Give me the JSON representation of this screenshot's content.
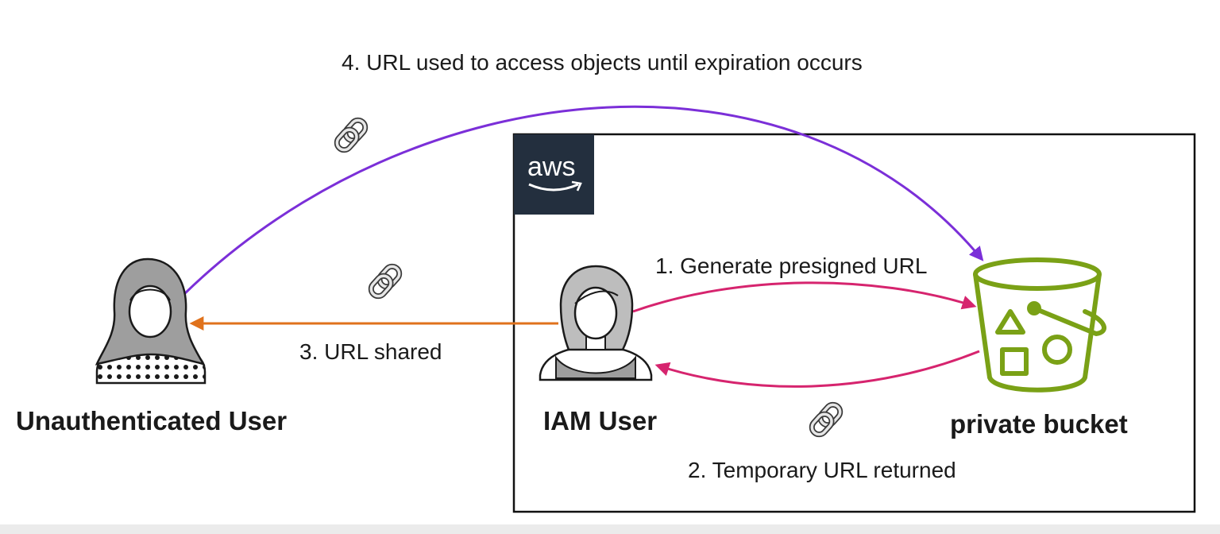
{
  "aws_logo": {
    "text": "aws",
    "icon": "aws-logo"
  },
  "actors": {
    "unauthenticated": {
      "label": "Unauthenticated User",
      "icon": "person-hijab-icon"
    },
    "iam": {
      "label": "IAM User",
      "icon": "person-icon"
    },
    "bucket": {
      "label": "private bucket",
      "icon": "s3-bucket-icon"
    }
  },
  "steps": {
    "step1": "1. Generate presigned URL",
    "step2": "2. Temporary URL returned",
    "step3": "3. URL shared",
    "step4": "4. URL used to access objects until expiration occurs"
  },
  "colors": {
    "purple": "#7b2fd8",
    "magenta": "#d6246e",
    "orange": "#e0721c",
    "bucket_green": "#7aa116",
    "aws_dark": "#232f3e"
  }
}
